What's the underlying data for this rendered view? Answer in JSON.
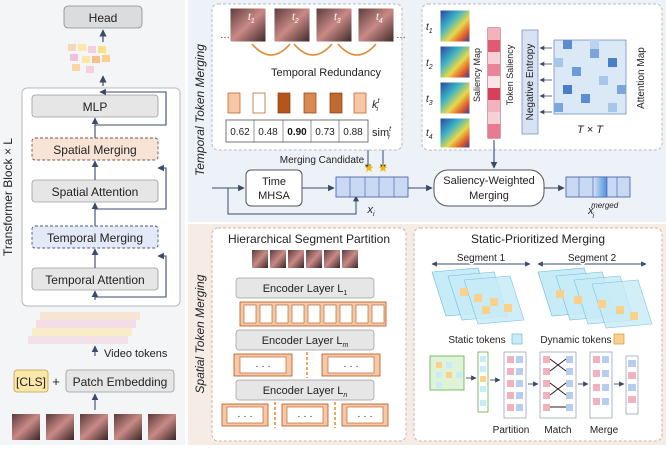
{
  "left": {
    "head": "Head",
    "stack_label": "Transformer Block × L",
    "blocks": [
      "MLP",
      "Spatial Merging",
      "Spatial Attention",
      "Temporal Merging",
      "Temporal Attention"
    ],
    "video_tokens": "Video tokens",
    "cls": "[CLS]",
    "plus": "+",
    "patch_embedding": "Patch Embedding"
  },
  "temporal": {
    "side_label": "Temporal Token Merging",
    "frame_labels": [
      "t",
      "t",
      "t",
      "t"
    ],
    "frame_subs": [
      "1",
      "2",
      "3",
      "4"
    ],
    "redundancy": "Temporal Redundancy",
    "k_label": "k",
    "k_sup": "t",
    "k_sub": "i",
    "sim_values": [
      "0.62",
      "0.48",
      "0.90",
      "0.73",
      "0.88"
    ],
    "sim_label": "sim",
    "sim_sup": "t",
    "sim_sub": "i",
    "merging_candidate": "Merging Candidate",
    "mhsa_top": "Time",
    "mhsa_bottom": "MHSA",
    "x_label": "x",
    "x_sub": "i",
    "swm_top": "Saliency-Weighted",
    "swm_bottom": "Merging",
    "xm_label": "x",
    "xm_sub": "i",
    "xm_sup": "merged",
    "saliency_map": "Saliency Map",
    "token_saliency": "Token Saliency",
    "negative_entropy": "Negative Entropy",
    "attention_map": "Attention Map",
    "txt": "T × T",
    "sal_frame_labels": [
      "t",
      "t",
      "t",
      "t"
    ],
    "sal_frame_subs": [
      "1",
      "2",
      "3",
      "4"
    ]
  },
  "spatial": {
    "side_label": "Spatial Token Merging",
    "hsp_title": "Hierarchical Segment Partition",
    "enc1": "Encoder Layer L",
    "enc1_sub": "1",
    "encm": "Encoder Layer L",
    "encm_sub": "m",
    "encn": "Encoder Layer L",
    "encn_sub": "n",
    "spm_title": "Static-Prioritized Merging",
    "segment1": "Segment 1",
    "segment2": "Segment 2",
    "static_tokens": "Static tokens",
    "dynamic_tokens": "Dynamic tokens",
    "partition": "Partition",
    "match": "Match",
    "merge": "Merge"
  },
  "colors": {
    "orange_dark": "#b5541b",
    "orange_light": "#f6c8a6",
    "blue_token": "#c9d9f3",
    "static": "#c8ecf7",
    "dynamic": "#fbd08a",
    "block_grey": "#e6e6e6",
    "block_orange": "#f8e4d6",
    "block_blue": "#e3e9f6"
  }
}
